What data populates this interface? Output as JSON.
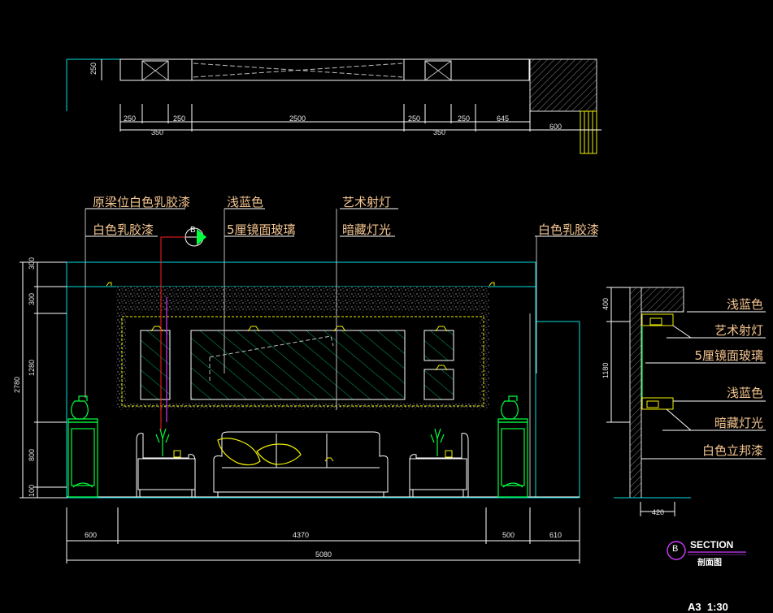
{
  "plan": {
    "dim_height": "250",
    "dims": [
      "250",
      "250",
      "2500",
      "250",
      "250",
      "645"
    ],
    "sub_dims": [
      "350",
      "350",
      "600"
    ]
  },
  "elevation": {
    "labels_row1": [
      "原梁位白色乳胶漆",
      "浅蓝色",
      "艺术射灯"
    ],
    "labels_row2": [
      "白色乳胶漆",
      "5厘镜面玻璃",
      "暗藏灯光",
      "白色乳胶漆"
    ],
    "left_dims": [
      "300",
      "300",
      "1280",
      "800",
      "100"
    ],
    "total_height": "2780",
    "bottom_dims": [
      "600",
      "4370",
      "500",
      "610"
    ],
    "total_width": "5080",
    "section_marker": "B"
  },
  "section": {
    "labels": [
      "浅蓝色",
      "艺术射灯",
      "5厘镜面玻璃",
      "浅蓝色",
      "暗藏灯光",
      "白色立邦漆"
    ],
    "dims": [
      "400",
      "1180"
    ],
    "bottom_dim": "420"
  },
  "legend": {
    "marker": "B",
    "title": "SECTION",
    "subtitle": "剖面图",
    "scale": "A3  1:30"
  },
  "colors": {
    "background": "#000000",
    "label": "#f4c58f",
    "dimension": "#e8e8e8",
    "furniture": "#00ff3c",
    "wall": "#00e0e0",
    "glass": "#00c060",
    "marker": "#d03cff"
  }
}
